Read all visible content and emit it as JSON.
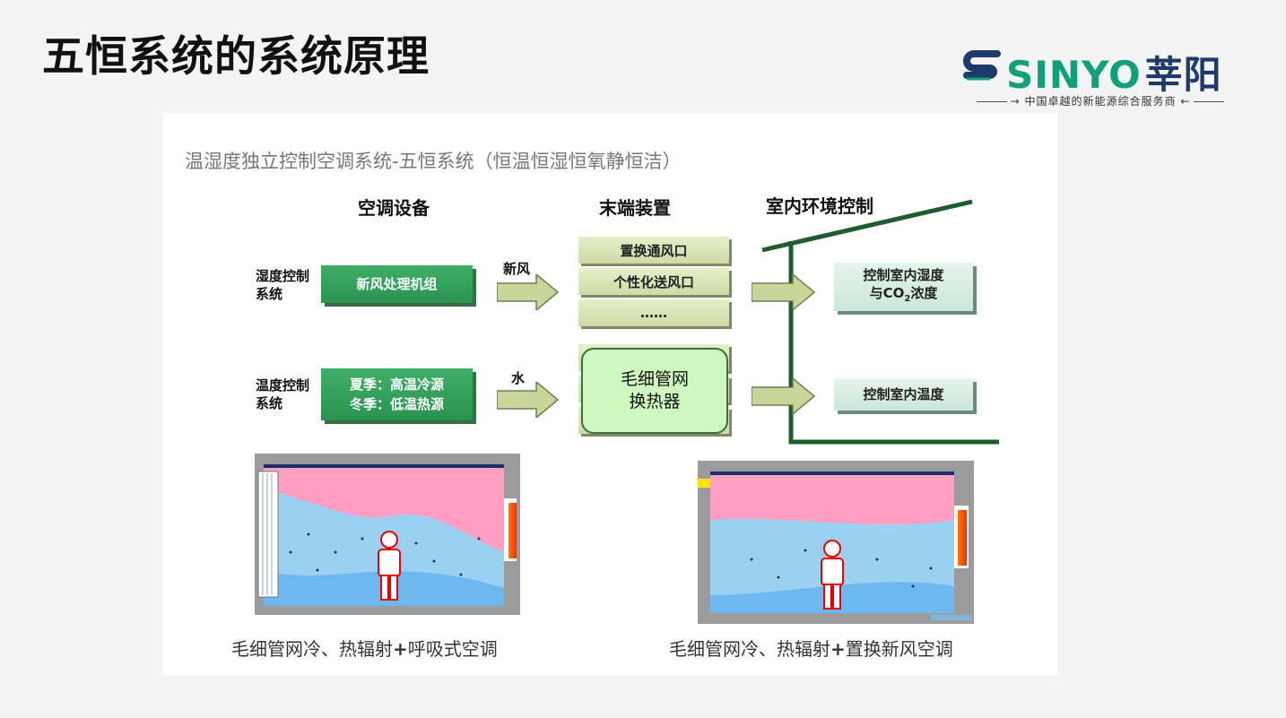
{
  "page": {
    "title": "五恒系统的系统原理"
  },
  "logo": {
    "brand": "SINYO",
    "brand_cn": "莘阳",
    "tagline": "中国卓越的新能源综合服务商"
  },
  "diagram": {
    "subtitle": "温湿度独立控制空调系统-五恒系统（恒温恒湿恒氧静恒洁）",
    "columns": [
      "空调设备",
      "末端装置",
      "室内环境控制"
    ],
    "humidity_row": {
      "label": "湿度控制系统",
      "equipment": "新风处理机组",
      "medium": "新风",
      "terminals": [
        "置换通风口",
        "个性化送风口",
        "……"
      ],
      "control_line1": "控制室内湿度",
      "control_line2_pre": "与CO",
      "control_line2_sub": "2",
      "control_line2_post": "浓度"
    },
    "temperature_row": {
      "label": "温度控制系统",
      "equipment_line1": "夏季：高温冷源",
      "equipment_line2": "冬季：低温热源",
      "medium": "水",
      "terminal_overlay_line1": "毛细管网",
      "terminal_overlay_line2": "换热器",
      "control": "控制室内温度"
    },
    "captions": {
      "left_pre": "毛细管网冷、热辐射",
      "left_plus": "+",
      "left_post": "呼吸式空调",
      "right_pre": "毛细管网冷、热辐射",
      "right_plus": "+",
      "right_post": "置换新风空调"
    },
    "colors": {
      "green": "#2f9e58",
      "brand": "#12a07a",
      "warm": "#ff9fc0",
      "cool": "#9bd4f2",
      "wall": "#1d5c2c"
    }
  }
}
